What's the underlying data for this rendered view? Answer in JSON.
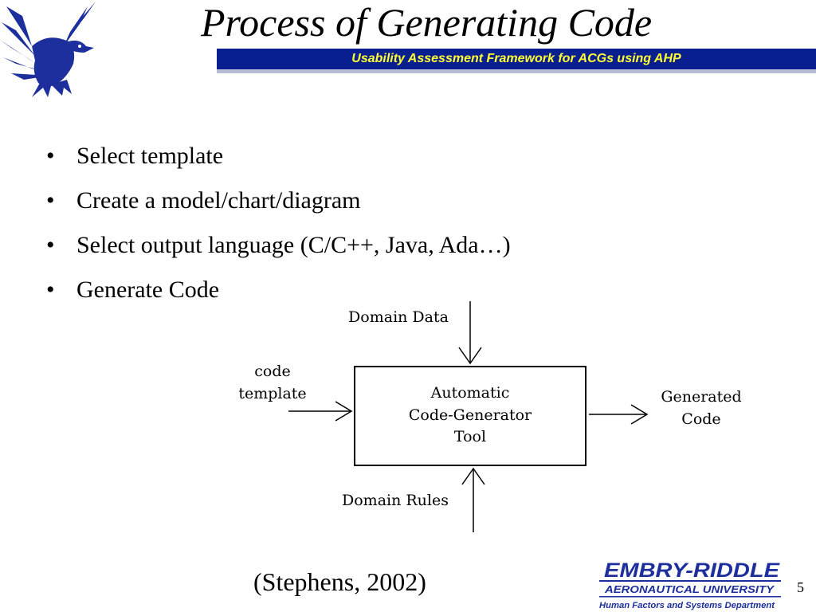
{
  "slide": {
    "title": "Process of Generating Code",
    "subtitle": "Usability Assessment Framework for ACGs using AHP",
    "bullets": [
      "Select template",
      "Create a model/chart/diagram",
      "Select output language (C/C++, Java, Ada…)",
      "Generate Code"
    ],
    "citation": "(Stephens, 2002)",
    "slide_number": "5"
  },
  "diagram": {
    "box_lines": [
      "Automatic",
      "Code-Generator",
      "Tool"
    ],
    "top_input": "Domain Data",
    "left_input_lines": [
      "code",
      "template"
    ],
    "bottom_input": "Domain Rules",
    "output_lines": [
      "Generated",
      "Code"
    ]
  },
  "logo": {
    "name": "EMBRY-RIDDLE",
    "subname": "AERONAUTICAL UNIVERSITY",
    "department": "Human Factors and Systems Department"
  },
  "colors": {
    "banner": "#0a1f8f",
    "banner_text": "#ffff33",
    "eagle": "#1c2f9c",
    "logo": "#1c2f9c"
  }
}
